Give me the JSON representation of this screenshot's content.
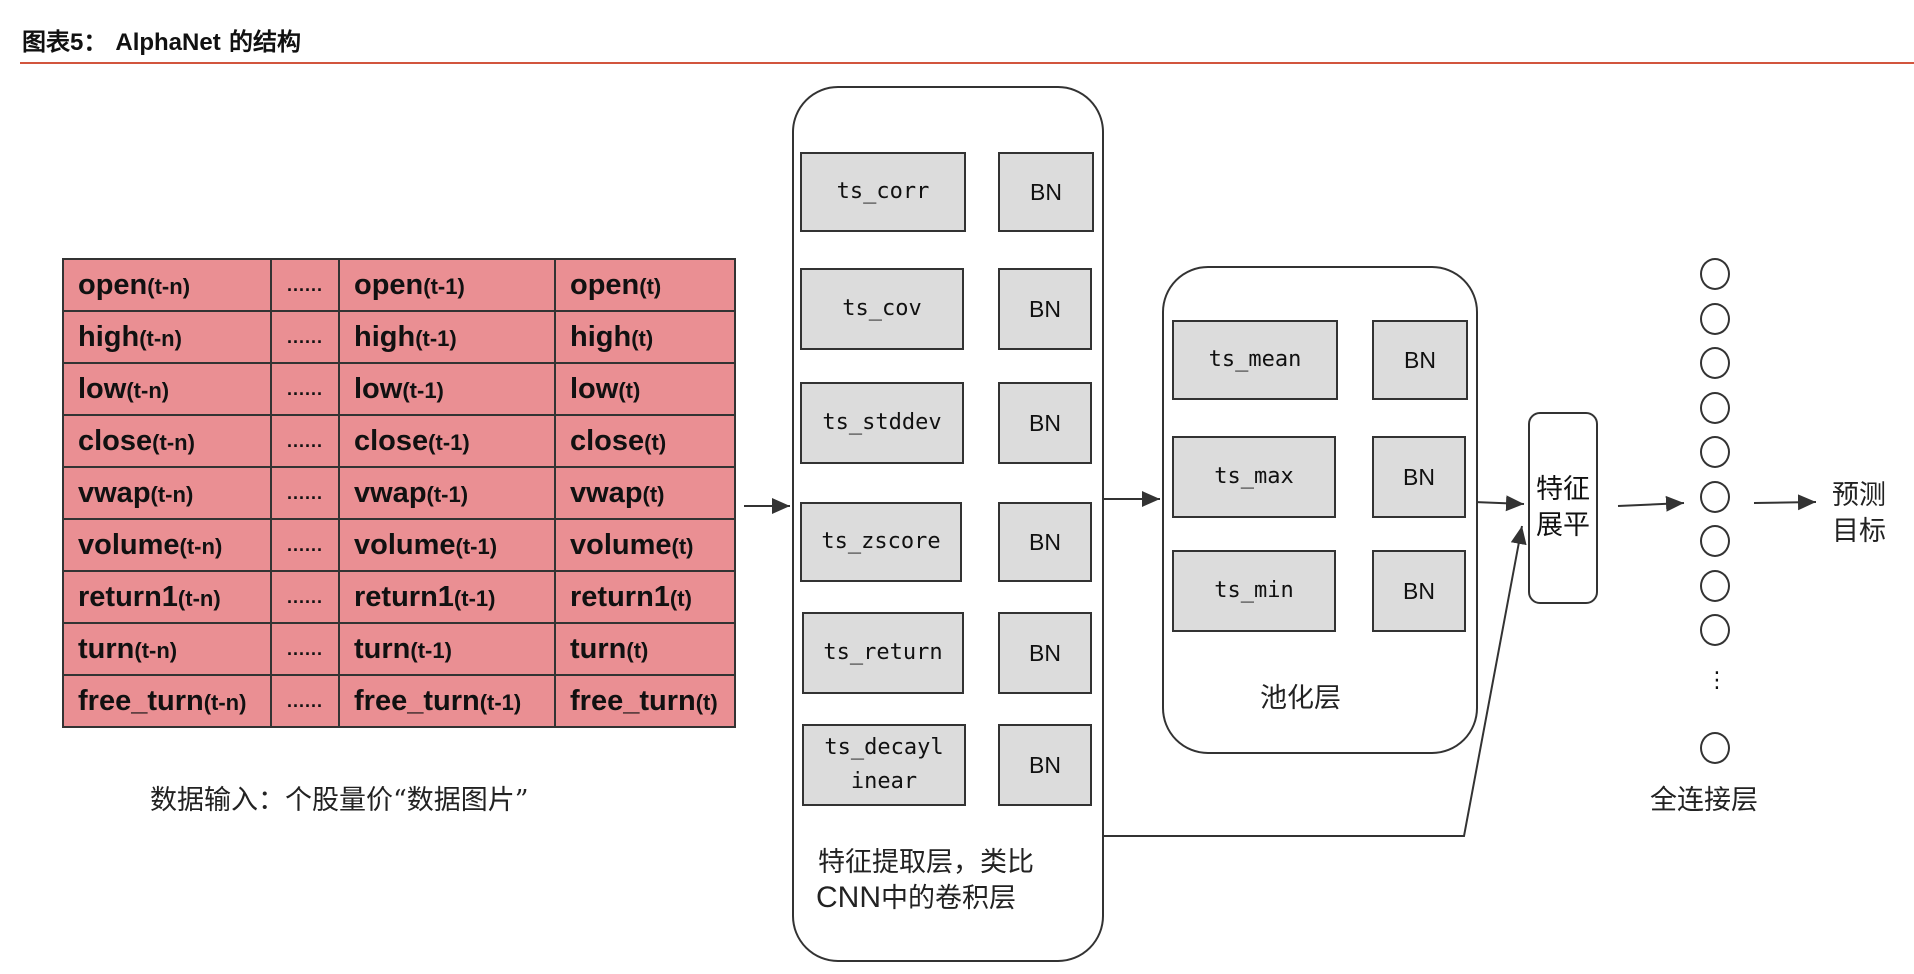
{
  "figure": {
    "prefix": "图表",
    "number": "5：",
    "name": "AlphaNet",
    "suffix": " 的结构"
  },
  "input": {
    "rows": [
      {
        "base": "open",
        "cells": [
          "(t-n)",
          "......",
          "(t-1)",
          "(t)"
        ]
      },
      {
        "base": "high",
        "cells": [
          "(t-n)",
          "......",
          "(t-1)",
          "(t)"
        ]
      },
      {
        "base": "low",
        "cells": [
          "(t-n)",
          "......",
          "(t-1)",
          "(t)"
        ]
      },
      {
        "base": "close",
        "cells": [
          "(t-n)",
          "......",
          "(t-1)",
          "(t)"
        ]
      },
      {
        "base": "vwap",
        "cells": [
          "(t-n)",
          "......",
          "(t-1)",
          "(t)"
        ]
      },
      {
        "base": "volume",
        "cells": [
          "(t-n)",
          "......",
          "(t-1)",
          "(t)"
        ]
      },
      {
        "base": "return1",
        "cells": [
          "(t-n)",
          "......",
          "(t-1)",
          "(t)"
        ]
      },
      {
        "base": "turn",
        "cells": [
          "(t-n)",
          "......",
          "(t-1)",
          "(t)"
        ]
      },
      {
        "base": "free_turn",
        "cells": [
          "(t-n)",
          "......",
          "(t-1)",
          "(t)"
        ]
      }
    ],
    "caption": "数据输入：个股量价“数据图片”",
    "fill_color": "#ea8f93"
  },
  "feature_layer": {
    "ops": [
      "ts_corr",
      "ts_cov",
      "ts_stddev",
      "ts_zscore",
      "ts_return",
      "ts_decayl\ninear"
    ],
    "bn": "BN",
    "caption_line1": "特征提取层，类比",
    "caption_line2_en": "CNN",
    "caption_line2_cn": "中的卷积层"
  },
  "pool_layer": {
    "ops": [
      "ts_mean",
      "ts_max",
      "ts_min"
    ],
    "bn": "BN",
    "caption": "池化层"
  },
  "flatten": {
    "line1": "特征",
    "line2": "展平"
  },
  "dense": {
    "node_count": 10,
    "ellipsis": "⋮",
    "caption": "全连接层"
  },
  "target": {
    "line1": "预测",
    "line2": "目标"
  },
  "colors": {
    "rule": "#d2553e",
    "box": "#dcdcdc",
    "stroke": "#333333"
  }
}
